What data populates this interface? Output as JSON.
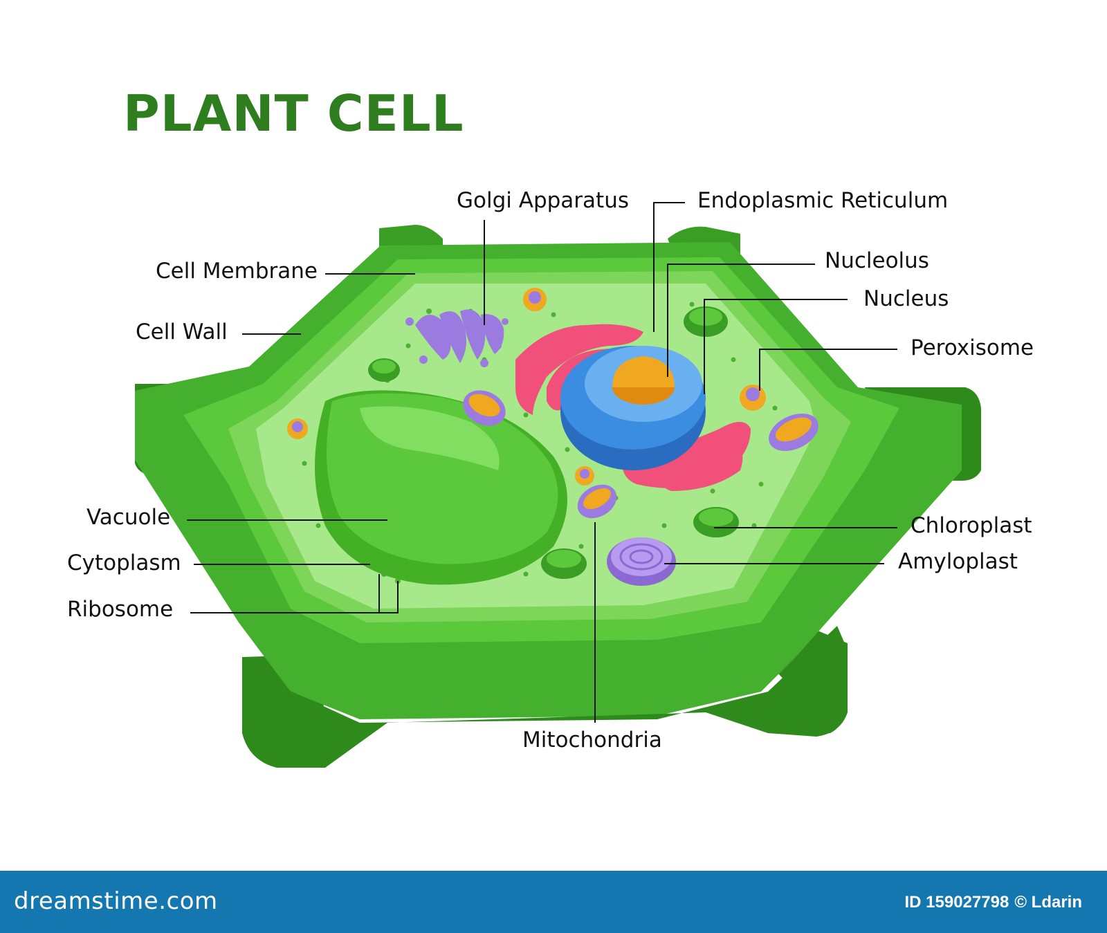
{
  "title": "PLANT CELL",
  "labels": {
    "golgi": "Golgi Apparatus",
    "er": "Endoplasmic Reticulum",
    "nucleolus": "Nucleolus",
    "nucleus": "Nucleus",
    "peroxisome": "Peroxisome",
    "cell_membrane": "Cell Membrane",
    "cell_wall": "Cell Wall",
    "vacuole": "Vacuole",
    "cytoplasm": "Cytoplasm",
    "ribosome": "Ribosome",
    "chloroplast": "Chloroplast",
    "amyloplast": "Amyloplast",
    "mitochondria": "Mitochondria"
  },
  "footer": {
    "brand": "dreamstime.com",
    "id": "ID 159027798",
    "author": "© Ldarin"
  },
  "colors": {
    "title": "#2e7d1e",
    "wall_dark": "#2f8a1c",
    "wall_mid": "#45b02e",
    "wall_light": "#5cc83c",
    "cytoplasm": "#a6e88a",
    "vacuole": "#5cc83c",
    "nucleus": "#3a8de0",
    "nucleolus": "#f0a820",
    "er": "#f0507a",
    "golgi": "#9b7be0",
    "footer": "#1477b0"
  }
}
